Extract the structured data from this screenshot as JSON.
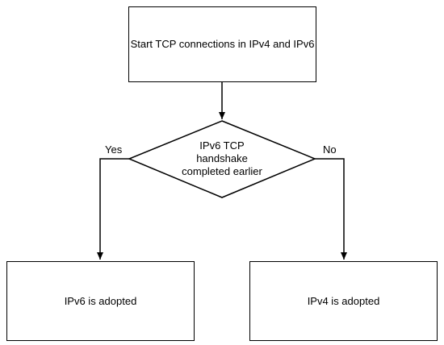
{
  "diagram": {
    "start_box": "Start TCP connections in IPv4 and IPv6",
    "decision": [
      "IPv6 TCP",
      "handshake",
      "completed earlier"
    ],
    "yes_label": "Yes",
    "no_label": "No",
    "left_box": "IPv6 is adopted",
    "right_box": "IPv4 is adopted"
  }
}
